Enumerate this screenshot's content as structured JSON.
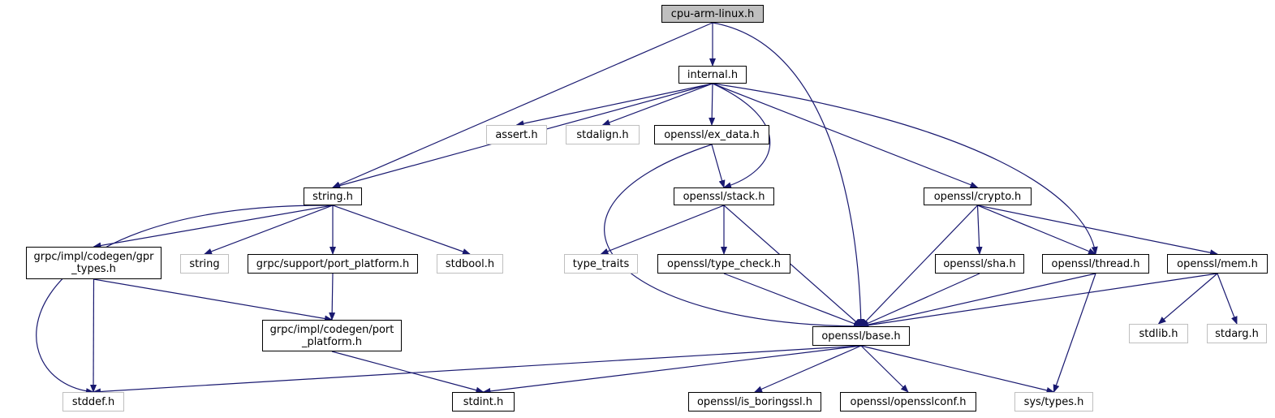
{
  "diagram": {
    "colors": {
      "edge": "#191970",
      "root_fill": "#bfbfbf",
      "local_border": "#000000",
      "external_border": "#bfbfbf"
    },
    "nodes": [
      {
        "id": "cpu_arm_linux",
        "label": "cpu-arm-linux.h",
        "kind": "root"
      },
      {
        "id": "internal",
        "label": "internal.h",
        "kind": "local"
      },
      {
        "id": "string_h",
        "label": "string.h",
        "kind": "local"
      },
      {
        "id": "assert_h",
        "label": "assert.h",
        "kind": "external"
      },
      {
        "id": "stdalign_h",
        "label": "stdalign.h",
        "kind": "external"
      },
      {
        "id": "ex_data",
        "label": "openssl/ex_data.h",
        "kind": "local"
      },
      {
        "id": "stack",
        "label": "openssl/stack.h",
        "kind": "local"
      },
      {
        "id": "crypto",
        "label": "openssl/crypto.h",
        "kind": "local"
      },
      {
        "id": "gpr_types",
        "label": "grpc/impl/codegen/gpr\n_types.h",
        "kind": "local"
      },
      {
        "id": "string_ext",
        "label": "string",
        "kind": "external"
      },
      {
        "id": "port_platform",
        "label": "grpc/support/port_platform.h",
        "kind": "local"
      },
      {
        "id": "stdbool_h",
        "label": "stdbool.h",
        "kind": "external"
      },
      {
        "id": "type_traits",
        "label": "type_traits",
        "kind": "external"
      },
      {
        "id": "type_check",
        "label": "openssl/type_check.h",
        "kind": "local"
      },
      {
        "id": "sha",
        "label": "openssl/sha.h",
        "kind": "local"
      },
      {
        "id": "thread",
        "label": "openssl/thread.h",
        "kind": "local"
      },
      {
        "id": "mem",
        "label": "openssl/mem.h",
        "kind": "local"
      },
      {
        "id": "codegen_port_platform",
        "label": "grpc/impl/codegen/port\n_platform.h",
        "kind": "local"
      },
      {
        "id": "base",
        "label": "openssl/base.h",
        "kind": "local"
      },
      {
        "id": "stdlib_h",
        "label": "stdlib.h",
        "kind": "external"
      },
      {
        "id": "stdarg_h",
        "label": "stdarg.h",
        "kind": "external"
      },
      {
        "id": "stddef_h",
        "label": "stddef.h",
        "kind": "external"
      },
      {
        "id": "stdint_h",
        "label": "stdint.h",
        "kind": "local"
      },
      {
        "id": "is_boringssl",
        "label": "openssl/is_boringssl.h",
        "kind": "local"
      },
      {
        "id": "opensslconf",
        "label": "openssl/opensslconf.h",
        "kind": "local"
      },
      {
        "id": "sys_types",
        "label": "sys/types.h",
        "kind": "external"
      }
    ],
    "edges": [
      [
        "cpu_arm_linux",
        "internal"
      ],
      [
        "cpu_arm_linux",
        "string_h"
      ],
      [
        "cpu_arm_linux",
        "base"
      ],
      [
        "internal",
        "string_h"
      ],
      [
        "internal",
        "assert_h"
      ],
      [
        "internal",
        "stdalign_h"
      ],
      [
        "internal",
        "ex_data"
      ],
      [
        "internal",
        "stack"
      ],
      [
        "internal",
        "crypto"
      ],
      [
        "internal",
        "thread"
      ],
      [
        "string_h",
        "gpr_types"
      ],
      [
        "string_h",
        "string_ext"
      ],
      [
        "string_h",
        "port_platform"
      ],
      [
        "string_h",
        "stdbool_h"
      ],
      [
        "string_h",
        "stddef_h"
      ],
      [
        "ex_data",
        "stack"
      ],
      [
        "ex_data",
        "base"
      ],
      [
        "stack",
        "type_traits"
      ],
      [
        "stack",
        "type_check"
      ],
      [
        "stack",
        "base"
      ],
      [
        "crypto",
        "base"
      ],
      [
        "crypto",
        "sha"
      ],
      [
        "crypto",
        "thread"
      ],
      [
        "crypto",
        "mem"
      ],
      [
        "gpr_types",
        "stddef_h"
      ],
      [
        "gpr_types",
        "codegen_port_platform"
      ],
      [
        "port_platform",
        "codegen_port_platform"
      ],
      [
        "type_check",
        "base"
      ],
      [
        "sha",
        "base"
      ],
      [
        "thread",
        "base"
      ],
      [
        "thread",
        "sys_types"
      ],
      [
        "mem",
        "base"
      ],
      [
        "mem",
        "stdlib_h"
      ],
      [
        "mem",
        "stdarg_h"
      ],
      [
        "codegen_port_platform",
        "stdint_h"
      ],
      [
        "base",
        "stddef_h"
      ],
      [
        "base",
        "stdint_h"
      ],
      [
        "base",
        "is_boringssl"
      ],
      [
        "base",
        "opensslconf"
      ],
      [
        "base",
        "sys_types"
      ]
    ]
  }
}
